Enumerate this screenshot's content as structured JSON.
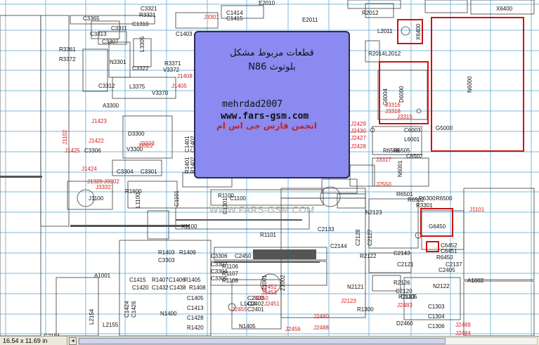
{
  "highlight": {
    "line1": "قطعات مربوط مشکل",
    "line2": "بلوتوث N86",
    "author": "mehrdad2007",
    "site": "www.fars-gsm.com",
    "forum": "انجمن فارس جی اس ام"
  },
  "watermark": "WWW.FARS-GSM.COM",
  "status": {
    "size": "16.54 x 11.69 in",
    "scroll_left_icon": "◄",
    "scroll_fraction": 0.0
  },
  "colors": {
    "grid": "#7fb8d8",
    "highlight_fill": "#8a8af0",
    "callout_red": "#d01010",
    "statusbar": "#ece9d8"
  },
  "labels_black": [
    "C3365",
    "C3311",
    "C3313",
    "C3307",
    "L3305",
    "R3361",
    "R3372",
    "N3301",
    "C3322",
    "V3372",
    "C3312",
    "L3375",
    "V3370",
    "R3371",
    "A3300",
    "D3300",
    "V3300",
    "C3304",
    "C3301",
    "C3306",
    "C1403",
    "C1414",
    "C1415",
    "E2011",
    "R2012",
    "L2011",
    "E2010",
    "R2014",
    "L2012",
    "X6400",
    "X6400",
    "G6004",
    "D6000",
    "C6003",
    "L6001",
    "R6506",
    "R6505",
    "C6502",
    "N6001",
    "N6000",
    "G5000",
    "C1401",
    "C1402",
    "R1401",
    "R1402",
    "C1100",
    "R1100",
    "R1101",
    "X1100",
    "J1100",
    "L1100",
    "C1101",
    "C1301",
    "A1001",
    "R1403",
    "R1409",
    "C3306",
    "C3307",
    "C3304",
    "C3305",
    "C3303",
    "C2450",
    "Z1001",
    "Z1002",
    "N2123",
    "C2128",
    "C2127",
    "C2133",
    "C2144",
    "R2122",
    "C2143",
    "G6450",
    "R6450",
    "C6452",
    "C6451",
    "C2137",
    "C2121",
    "A1002",
    "R1300",
    "C1303",
    "C1304",
    "C1306",
    "C1305",
    "D2460",
    "N2121",
    "R2126",
    "C2120",
    "R2123",
    "N2122",
    "C1415",
    "R1407",
    "C1406",
    "R1405",
    "C1420",
    "C1432",
    "C1438",
    "R1408",
    "C1405",
    "C1413",
    "C1428",
    "R1420",
    "L1414",
    "N1400",
    "N1405",
    "C1424",
    "C1426",
    "C2151",
    "L2154",
    "L2155",
    "R1106",
    "R1107",
    "R1108",
    "R1600",
    "R6300",
    "R6500",
    "R6501",
    "R6502",
    "R3301",
    "C3321",
    "R3321",
    "C1310",
    "C2405",
    "C2403",
    "C2402",
    "C2401"
  ],
  "labels_red": [
    "J3301",
    "J1405",
    "J1423",
    "J1422",
    "J1425",
    "J1424",
    "J3323",
    "J3317",
    "J2550",
    "J2429",
    "J2430",
    "J2427",
    "J2428",
    "J3316",
    "J3318",
    "J3315",
    "J1101",
    "J1102",
    "J2452",
    "J2453",
    "J2450",
    "J2451",
    "J2455",
    "J2456",
    "J2480",
    "J2488",
    "J2123",
    "J2483",
    "J2489",
    "J2484",
    "J1408",
    "J3322",
    "J1320",
    "J3302",
    "J3332"
  ]
}
